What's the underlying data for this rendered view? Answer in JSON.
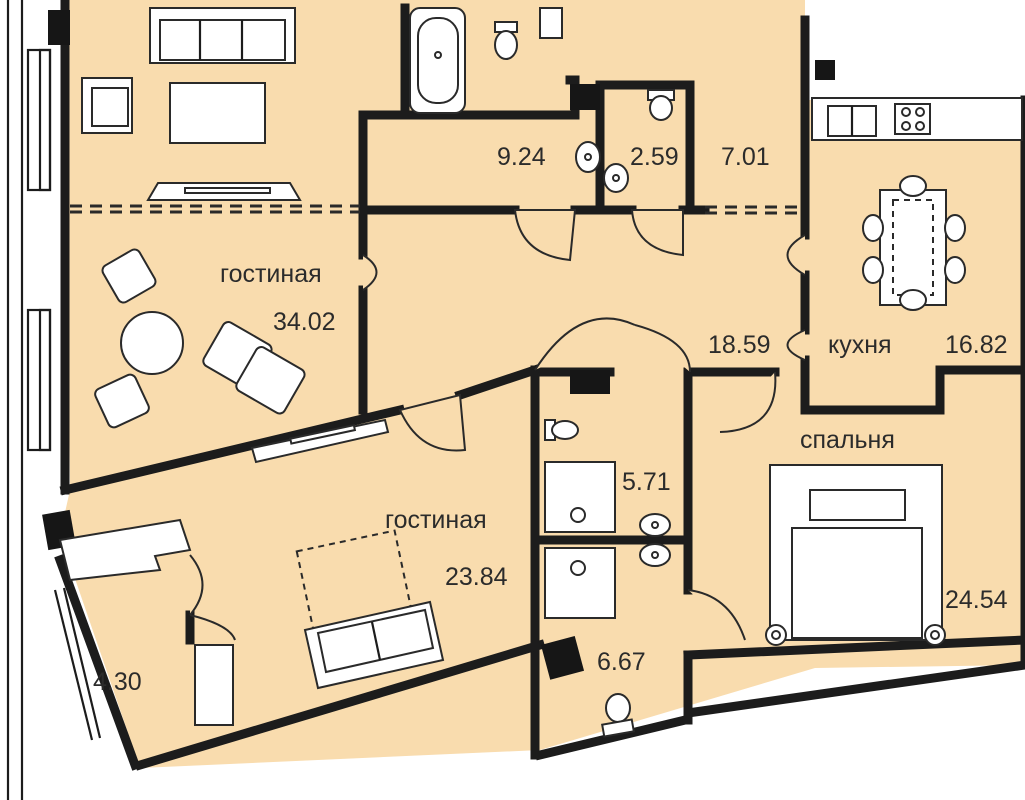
{
  "plan": {
    "floor_color": "#f9dcae",
    "wall_color": "#1c1c1c",
    "rooms": [
      {
        "id": "bathroom",
        "area": "9.24"
      },
      {
        "id": "wc",
        "area": "2.59"
      },
      {
        "id": "room-top",
        "area": "7.01"
      },
      {
        "id": "living-upper",
        "name": "гостиная",
        "area": "34.02"
      },
      {
        "id": "hall",
        "area": "18.59"
      },
      {
        "id": "kitchen",
        "name": "кухня",
        "area": "16.82"
      },
      {
        "id": "bath-middle",
        "area": "5.71"
      },
      {
        "id": "living-lower",
        "name": "гостиная",
        "area": "23.84"
      },
      {
        "id": "bedroom",
        "name": "спальня",
        "area": "24.54"
      },
      {
        "id": "bath-lower",
        "area": "6.67"
      },
      {
        "id": "balcony",
        "area": "4.30"
      }
    ]
  }
}
